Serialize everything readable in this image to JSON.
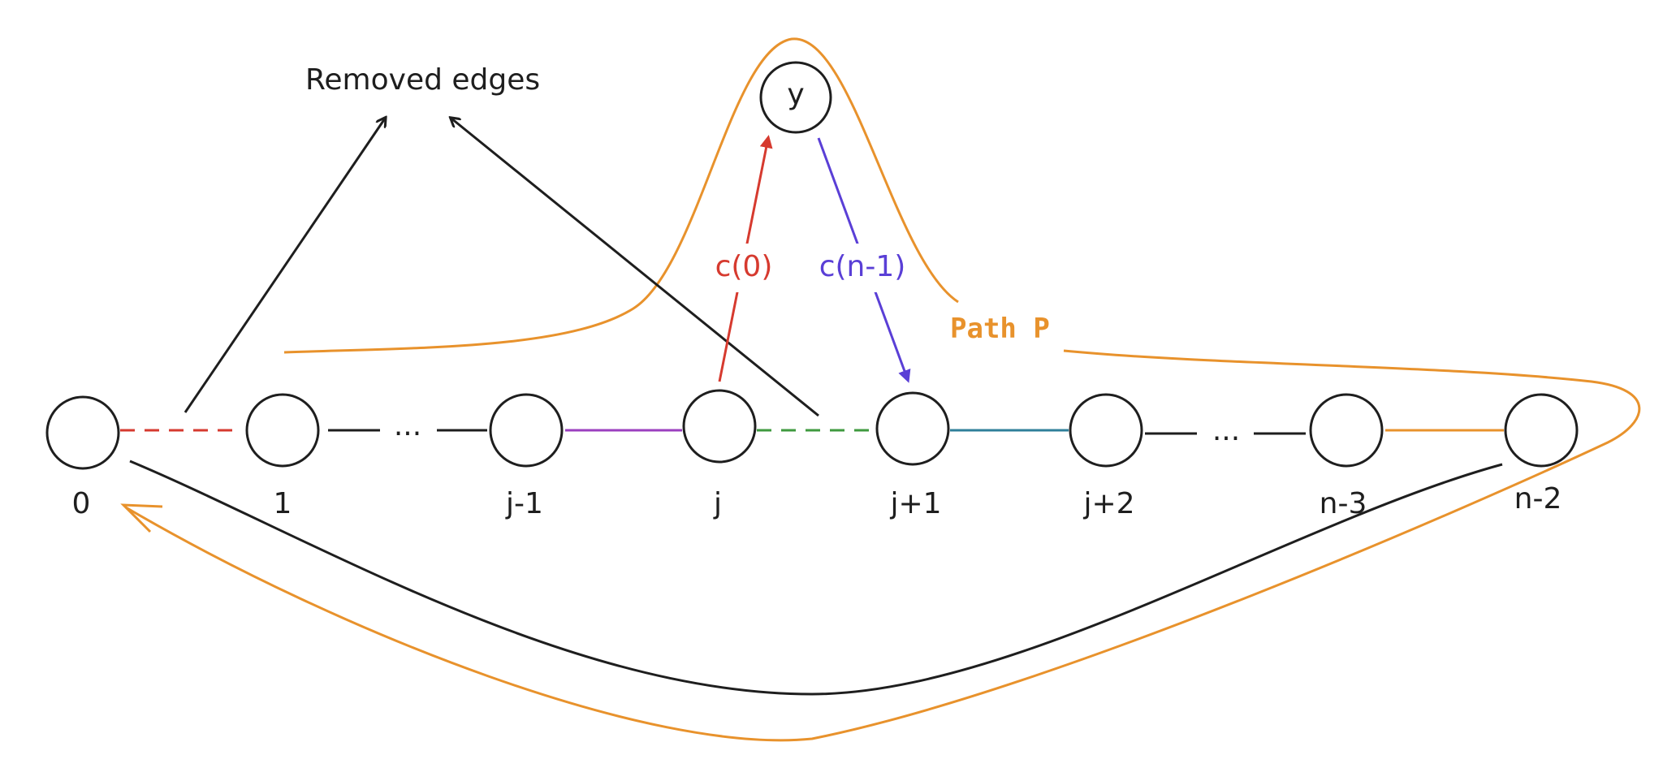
{
  "colors": {
    "ink": "#1e1e1e",
    "red": "#d63a2f",
    "purple_edge": "#9b3fbf",
    "green": "#3f9a3f",
    "teal": "#2f7f9a",
    "orange": "#e8922c",
    "violet": "#5a3fd6"
  },
  "diagram": {
    "title_label": "Removed edges",
    "path_label": "Path P",
    "nodes": {
      "n0": "0",
      "n1": "1",
      "nj1": "j-1",
      "nj": "j",
      "njp1": "j+1",
      "njp2": "j+2",
      "nn3": "n-3",
      "nn2": "n-2",
      "ny": "y"
    },
    "ellipses": {
      "left": "...",
      "right": "..."
    },
    "edge_labels": {
      "c0": "c(0)",
      "cn1": "c(n-1)"
    }
  }
}
